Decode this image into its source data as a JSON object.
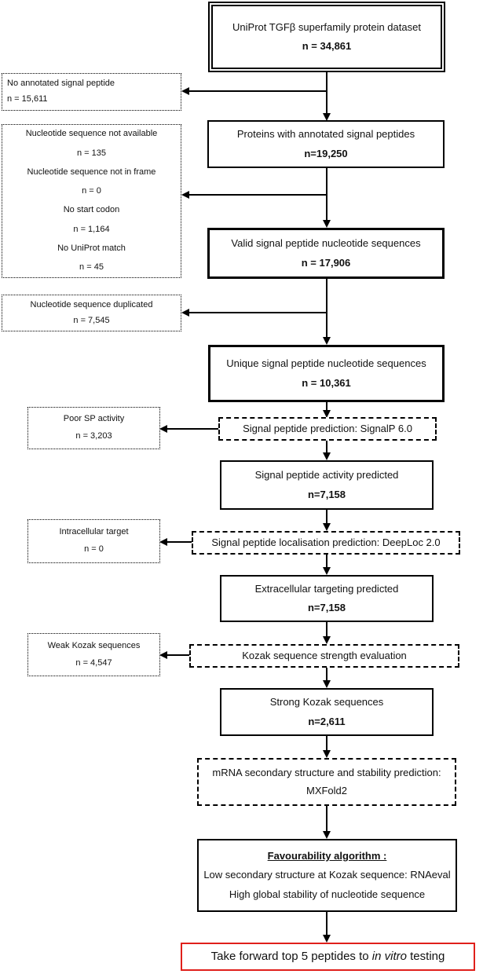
{
  "main": {
    "dataset": {
      "title": "UniProt TGFβ superfamily protein dataset",
      "count": "n = 34,861"
    },
    "annotated": {
      "title": "Proteins with annotated signal peptides",
      "count": "n=19,250"
    },
    "valid": {
      "title": "Valid signal peptide nucleotide sequences",
      "count": "n = 17,906"
    },
    "unique": {
      "title": "Unique signal peptide nucleotide sequences",
      "count": "n = 10,361"
    },
    "signalp": {
      "title": "Signal peptide prediction: SignalP 6.0"
    },
    "activity": {
      "title": "Signal peptide activity predicted",
      "count": "n=7,158"
    },
    "deeploc": {
      "title": "Signal peptide localisation prediction: DeepLoc 2.0"
    },
    "extracellular": {
      "title": "Extracellular targeting predicted",
      "count": "n=7,158"
    },
    "kozak_eval": {
      "title": "Kozak sequence strength evaluation"
    },
    "strong_kozak": {
      "title": "Strong Kozak sequences",
      "count": "n=2,611"
    },
    "mrna": {
      "line1": "mRNA secondary structure and stability prediction:",
      "line2": "MXFold2"
    },
    "favour": {
      "title": "Favourability algorithm :",
      "line1": "Low secondary structure at Kozak sequence: RNAeval",
      "line2": "High global stability of nucleotide sequence"
    },
    "final": {
      "prefix": "Take forward top 5 peptides to ",
      "italic": "in vitro",
      "suffix": " testing"
    }
  },
  "side": {
    "no_signal": {
      "title": "No annotated signal peptide",
      "count": "n = 15,611"
    },
    "invalid": {
      "items": [
        {
          "label": "Nucleotide sequence not available",
          "count": "n = 135"
        },
        {
          "label": "Nucleotide sequence not in frame",
          "count": "n = 0"
        },
        {
          "label": "No start codon",
          "count": "n = 1,164"
        },
        {
          "label": "No UniProt match",
          "count": "n = 45"
        }
      ]
    },
    "duplicated": {
      "title": "Nucleotide sequence duplicated",
      "count": "n = 7,545"
    },
    "poor_sp": {
      "title": "Poor SP activity",
      "count": "n = 3,203"
    },
    "intracellular": {
      "title": "Intracellular target",
      "count": "n = 0"
    },
    "weak_kozak": {
      "title": "Weak Kozak sequences",
      "count": "n = 4,547"
    }
  }
}
